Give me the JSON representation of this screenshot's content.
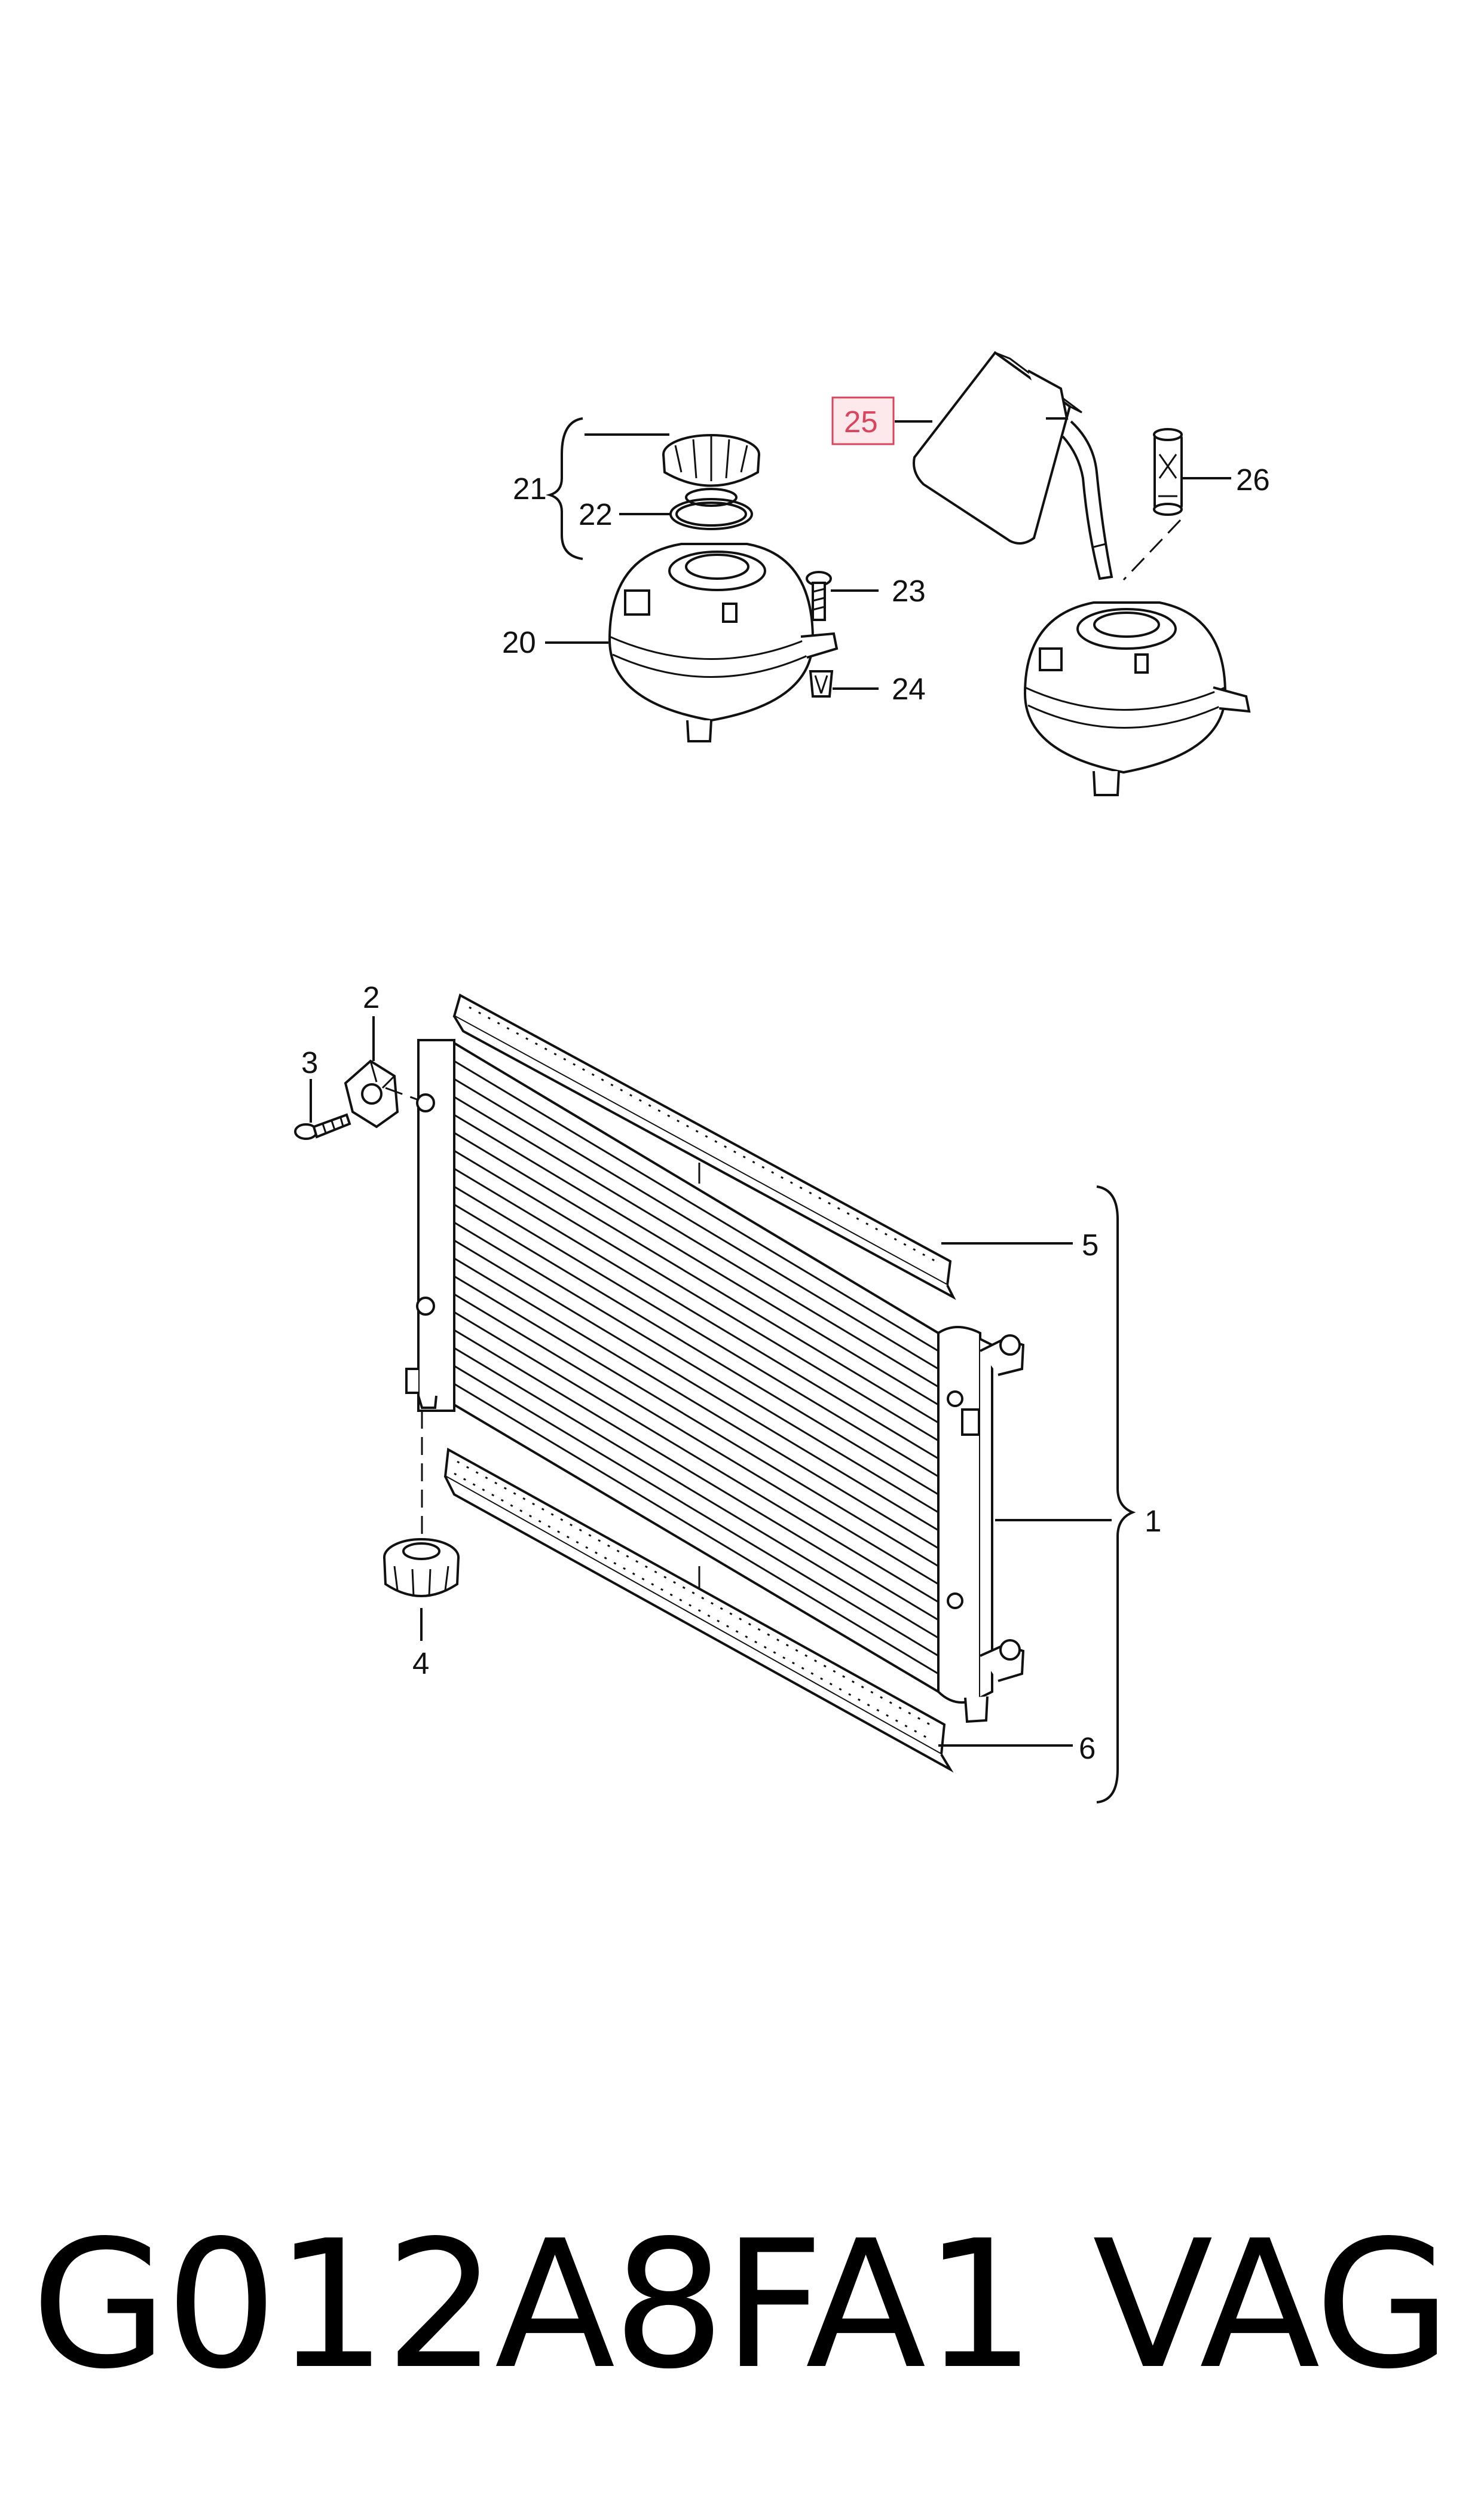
{
  "callouts": {
    "c1": "1",
    "c2": "2",
    "c3": "3",
    "c4": "4",
    "c5": "5",
    "c6": "6",
    "c20": "20",
    "c21": "21",
    "c22": "22",
    "c23": "23",
    "c24": "24",
    "c25": "25",
    "c26": "26"
  },
  "highlighted_callout": "25",
  "caption": {
    "part_number": "G012A8FA1",
    "brand": "VAG"
  },
  "colors": {
    "highlight_border": "#d9455f",
    "highlight_fill": "#fde8ec",
    "line": "#111111"
  }
}
